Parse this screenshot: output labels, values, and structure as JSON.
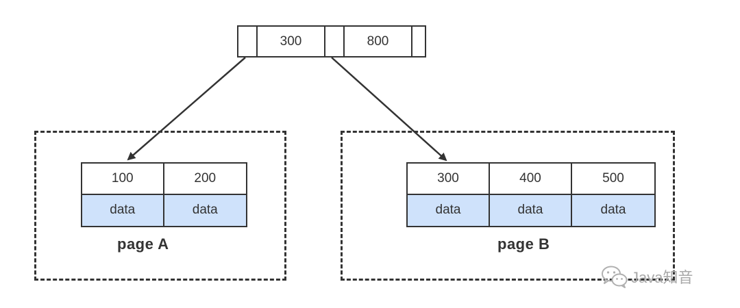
{
  "root": {
    "keys": [
      "300",
      "800"
    ]
  },
  "pages": [
    {
      "label": "page A",
      "keys": [
        "100",
        "200"
      ],
      "data": [
        "data",
        "data"
      ]
    },
    {
      "label": "page B",
      "keys": [
        "300",
        "400",
        "500"
      ],
      "data": [
        "data",
        "data",
        "data"
      ]
    }
  ],
  "watermark": {
    "text": "Java知音",
    "icon": "wechat-icon"
  },
  "colors": {
    "line": "#333333",
    "data_fill": "#cfe2fb",
    "watermark": "#a8a8a8"
  }
}
